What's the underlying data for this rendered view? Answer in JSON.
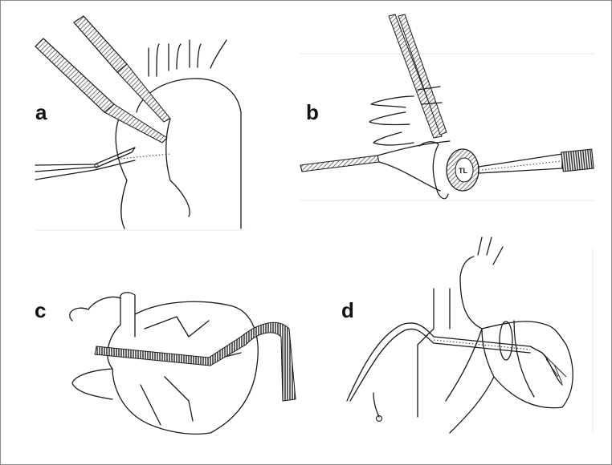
{
  "panels": {
    "a": {
      "label": "a"
    },
    "b": {
      "label": "b",
      "annotation": "TL"
    },
    "c": {
      "label": "c"
    },
    "d": {
      "label": "d"
    }
  },
  "colors": {
    "line": "#1a1a1a",
    "hatch": "#555555",
    "frame": "#8a8a8a"
  }
}
